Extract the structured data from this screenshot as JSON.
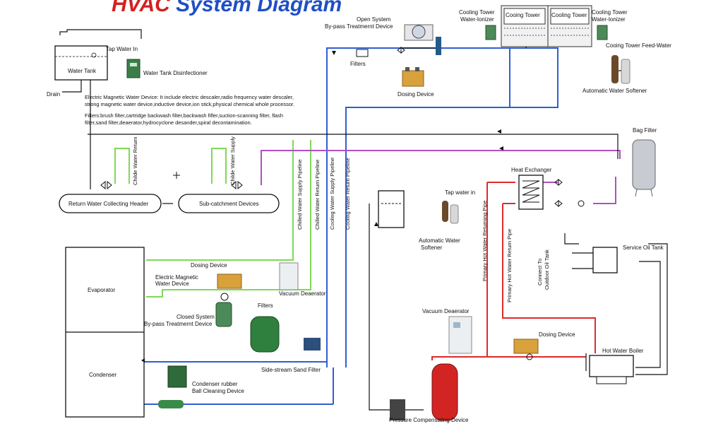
{
  "title": {
    "part1": "HVAC",
    "part2": "System Diagram"
  },
  "colors": {
    "chilled_supply": "#7ed957",
    "chilled_return": "#2f5fd0",
    "hot_water": "#e02a2a",
    "purple_line": "#b04fc2",
    "black_line": "#111111"
  },
  "labels": {
    "tap_water_in_top": "Tap Water In",
    "water_tank": "Water Tank",
    "water_tank_disinfectioner": "Water Tank Disinfectioner",
    "drain": "Drain",
    "open_system": "Open System",
    "bypass_treatment_top": "By-pass Treatmernt Device",
    "filters_top": "Filters",
    "dosing_device_top": "Dosing Device",
    "cooling_tower_ionizer_left_1": "Cooling Tower",
    "cooling_tower_ionizer_left_2": "Water-Ionizer",
    "cooling_tower_ionizer_right_1": "Cooling Tower",
    "cooling_tower_ionizer_right_2": "Water-Ionizer",
    "cooing_tower_1": "Cooing Tower",
    "cooing_tower_2": "Cooling Tower",
    "cooing_tower_feed_water": "Cooing Tower Feed-Water",
    "auto_softener_top": "Automatic Water Softener",
    "bag_filter": "Bag Filter",
    "heat_exchanger": "Heat Exchanger",
    "return_header": "Return Water Collecting Header",
    "sub_catchment": "Sub-catchment Devices",
    "childe_return": "Childe Water Return",
    "childe_supply": "Childe Water Supply",
    "chilled_supply_pipeline": "Chilled Water Supply Pipeline",
    "chilled_return_pipeline": "Chilled Water Return Pipeline",
    "cooling_supply_pipeline": "Cooling Water Supply Pipeline",
    "cooling_return_pipeline": "Cooling Water Return Pipeline",
    "tap_water_in_mid": "Tap water in",
    "auto_softener_mid_1": "Automatic Water",
    "auto_softener_mid_2": "Softener",
    "primary_hot_returning": "Primary Hot Water Returning Pipe",
    "primary_hot_return": "Primary Hot Water Return Pipe",
    "connect_outdoor_1": "Connect To",
    "connect_outdoor_2": "Outdoor Oil Tank",
    "service_oil_tank": "Service Oil Tank",
    "evaporator": "Evaporator",
    "condenser": "Condenser",
    "dosing_device_mid": "Dosing Device",
    "electric_magnetic_1": "Electric Magnetic",
    "electric_magnetic_2": "Water Device",
    "vacuum_deaerator_mid": "Vacuum Deaerator",
    "filters_mid": "Filters",
    "closed_system_1": "Closed System",
    "closed_system_2": "By-pass Treatmernt Device",
    "sidestream_sand_filter": "Side-stream Sand Filter",
    "condenser_rubber_1": "Condenser rubber",
    "condenser_rubber_2": "Ball Cleaning Device",
    "vacuum_deaerator_right": "Vacuum Deaerator",
    "dosing_device_right": "Dosing Device",
    "hot_water_boiler": "Hot Water Boiler",
    "pressure_compensating": "Pressure Compensating Device"
  },
  "notes": {
    "electric_magnetic_line1": "Electric Magnetic Water Device: It include electric descaler,radio frequency water descaler,",
    "electric_magnetic_line2": "strong magnetic water device,inductive device,ion stick,physical chemical whole processor.",
    "filters_line1": "Filters:brush filter,cartridge backwash filter,backwash fifler,suction-scanning filter, flash",
    "filters_line2": "filter,sand filter,deaerator,hydrocyclone desander,spiral decontamination."
  }
}
